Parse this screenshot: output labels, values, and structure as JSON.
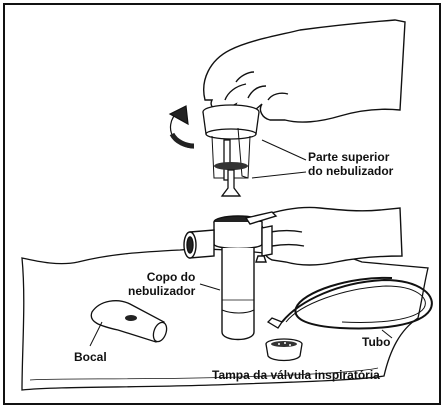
{
  "labels": {
    "parte_superior": [
      "Parte superior",
      "do nebulizador"
    ],
    "copo": [
      "Copo do",
      "nebulizador"
    ],
    "tubo": "Tubo",
    "bocal": "Bocal",
    "tampa": "Tampa da válvula inspiratória"
  },
  "colors": {
    "ink": "#111111",
    "shade": "#222222",
    "paper": "#ffffff"
  }
}
